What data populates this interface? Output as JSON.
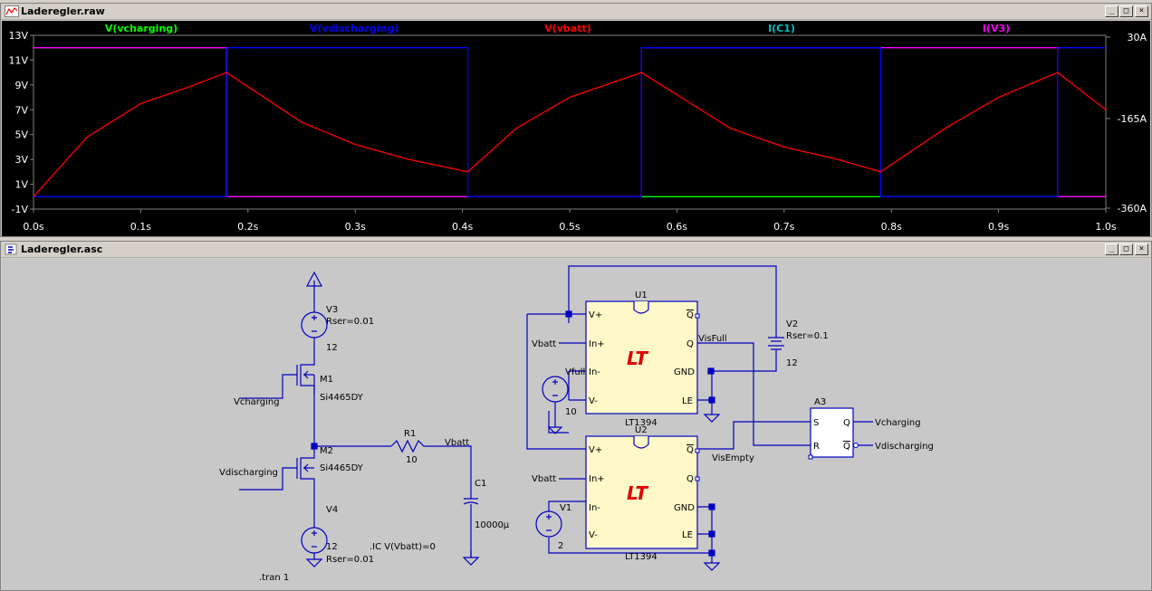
{
  "waveform_window": {
    "title": "Laderegler.raw",
    "traces": [
      {
        "label": "V(vcharging)",
        "color": "#00ff00"
      },
      {
        "label": "V(vdischarging)",
        "color": "#0000ff"
      },
      {
        "label": "V(vbatt)",
        "color": "#ff0000"
      },
      {
        "label": "I(C1)",
        "color": "#00c0c0"
      },
      {
        "label": "I(V3)",
        "color": "#ff00ff"
      }
    ],
    "left_axis": [
      "13V",
      "11V",
      "9V",
      "7V",
      "5V",
      "3V",
      "1V",
      "-1V"
    ],
    "right_axis": [
      "30A",
      "-165A",
      "-360A"
    ],
    "x_axis": [
      "0.0s",
      "0.1s",
      "0.2s",
      "0.3s",
      "0.4s",
      "0.5s",
      "0.6s",
      "0.7s",
      "0.8s",
      "0.9s",
      "1.0s"
    ]
  },
  "chart_data": {
    "type": "line",
    "xlabel": "",
    "ylabel": "",
    "xlim": [
      0,
      1.0
    ],
    "ylim": [
      -1,
      13
    ],
    "y2lim": [
      -360,
      30
    ],
    "series": [
      {
        "name": "V(vbatt)",
        "x": [
          0,
          0.05,
          0.1,
          0.15,
          0.18,
          0.25,
          0.3,
          0.35,
          0.405,
          0.45,
          0.5,
          0.567,
          0.65,
          0.7,
          0.75,
          0.79,
          0.85,
          0.9,
          0.955,
          1.0
        ],
        "values": [
          0.0,
          4.8,
          7.5,
          9.0,
          10.0,
          6.0,
          4.2,
          3.0,
          2.0,
          5.5,
          8.0,
          10.0,
          5.5,
          4.0,
          3.0,
          2.0,
          5.5,
          8.0,
          10.0,
          7.0
        ]
      },
      {
        "name": "V(vcharging)",
        "x": [
          0,
          0.18,
          0.18,
          1.0
        ],
        "values": [
          12,
          12,
          0,
          0
        ]
      },
      {
        "name": "V(vdischarging)",
        "x": [
          0,
          0.18,
          0.18,
          0.405,
          0.405,
          0.567,
          0.567,
          0.79,
          0.79,
          0.955,
          0.955,
          1.0
        ],
        "values": [
          0,
          0,
          12,
          12,
          0,
          0,
          12,
          12,
          0,
          0,
          12,
          12
        ]
      },
      {
        "name": "I(V3)",
        "x": [
          0,
          0.18,
          0.18,
          0.567,
          0.567,
          0.955,
          0.955,
          1.0
        ],
        "values": [
          12,
          12,
          0,
          0,
          12,
          12,
          0,
          0
        ]
      }
    ]
  },
  "schematic_window": {
    "title": "Laderegler.asc",
    "labels": {
      "v3": "V3",
      "v3_rser": "Rser=0.01",
      "v3_val": "12",
      "m1": "M1",
      "m1_model": "Si4465DY",
      "vcharging": "Vcharging",
      "m2": "M2",
      "m2_model": "Si4465DY",
      "vdischarging": "Vdischarging",
      "v4": "V4",
      "v4_val": "12",
      "v4_rser": "Rser=0.01",
      "ic": ".IC V(Vbatt)=0",
      "tran": ".tran 1",
      "r1": "R1",
      "r1_val": "10",
      "vbatt_net": "Vbatt",
      "c1": "C1",
      "c1_val": "10000µ",
      "u1": "U1",
      "u2": "U2",
      "lt1394_a": "LT1394",
      "lt1394_b": "LT1394",
      "vplus": "V+",
      "inplus": "In+",
      "inminus": "In-",
      "vminus": "V-",
      "qbar": "Q",
      "q": "Q",
      "gnd": "GND",
      "le": "LE",
      "vbatt_u1": "Vbatt",
      "vbatt_u2": "Vbatt",
      "vfull": "Vfull",
      "vfull_val": "10",
      "v1": "V1",
      "v1_val": "2",
      "visfull": "VisFull",
      "visempty": "VisEmpty",
      "v2": "V2",
      "v2_rser": "Rser=0.1",
      "v2_val": "12",
      "a3": "A3",
      "s": "S",
      "r": "R",
      "out_vcharging": "Vcharging",
      "out_vdischarging": "Vdischarging",
      "lt_logo": "LT"
    }
  },
  "window_buttons": {
    "minimize": "_",
    "maximize": "□",
    "close": "×"
  }
}
